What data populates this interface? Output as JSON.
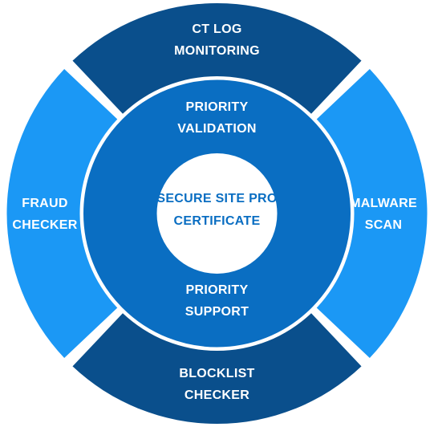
{
  "center": {
    "line1": "SECURE SITE PRO",
    "line2": "CERTIFICATE"
  },
  "inner_ring": {
    "top": {
      "line1": "PRIORITY",
      "line2": "VALIDATION"
    },
    "bottom": {
      "line1": "PRIORITY",
      "line2": "SUPPORT"
    }
  },
  "outer_ring": {
    "top": {
      "line1": "CT LOG",
      "line2": "MONITORING"
    },
    "right": {
      "line1": "MALWARE",
      "line2": "SCAN"
    },
    "bottom": {
      "line1": "BLOCKLIST",
      "line2": "CHECKER"
    },
    "left": {
      "line1": "FRAUD",
      "line2": "CHECKER"
    }
  },
  "colors": {
    "outer_dark": "#0a4f8c",
    "outer_light": "#1b98f5",
    "inner_ring": "#0a6ec2",
    "center_fill": "#ffffff",
    "center_text": "#0a6ec2",
    "divider": "#ffffff"
  }
}
